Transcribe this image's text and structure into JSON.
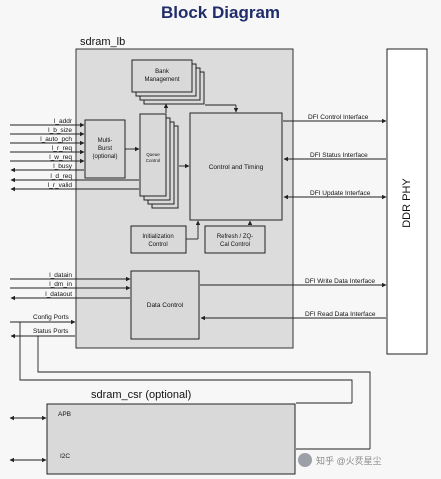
{
  "title": "Block Diagram",
  "sdram_lb": {
    "label": "sdram_lb",
    "bank_management": [
      "Bank",
      "Management"
    ],
    "multi_burst": [
      "Multi-",
      "Burst",
      "(optional)"
    ],
    "queue_control": [
      "Queue",
      "Control"
    ],
    "control_timing": "Control and Timing",
    "init_control": [
      "Initialization",
      "Control"
    ],
    "refresh": [
      "Refresh / ZQ-",
      "Cal Control"
    ],
    "data_control": "Data Control"
  },
  "sdram_csr": {
    "label": "sdram_csr (optional)"
  },
  "ddr_phy": "DDR PHY",
  "left_signals": [
    "l_addr",
    "l_b_size",
    "l_auto_pch",
    "l_r_req",
    "l_w_req",
    "l_busy",
    "l_d_req",
    "l_r_valid"
  ],
  "data_signals": [
    "l_datain",
    "l_dm_in",
    "l_dataout"
  ],
  "config_ports": "Config Ports",
  "status_ports": "Status Ports",
  "csr_ports": [
    "APB",
    "I2C"
  ],
  "interfaces": {
    "control": "DFI Control Interface",
    "status": "DFI Status Interface",
    "update": "DFI Update Interface",
    "write": "DFI Write Data Interface",
    "read": "DFI Read Data Interface"
  },
  "watermark": "知乎 @火烎星尘"
}
